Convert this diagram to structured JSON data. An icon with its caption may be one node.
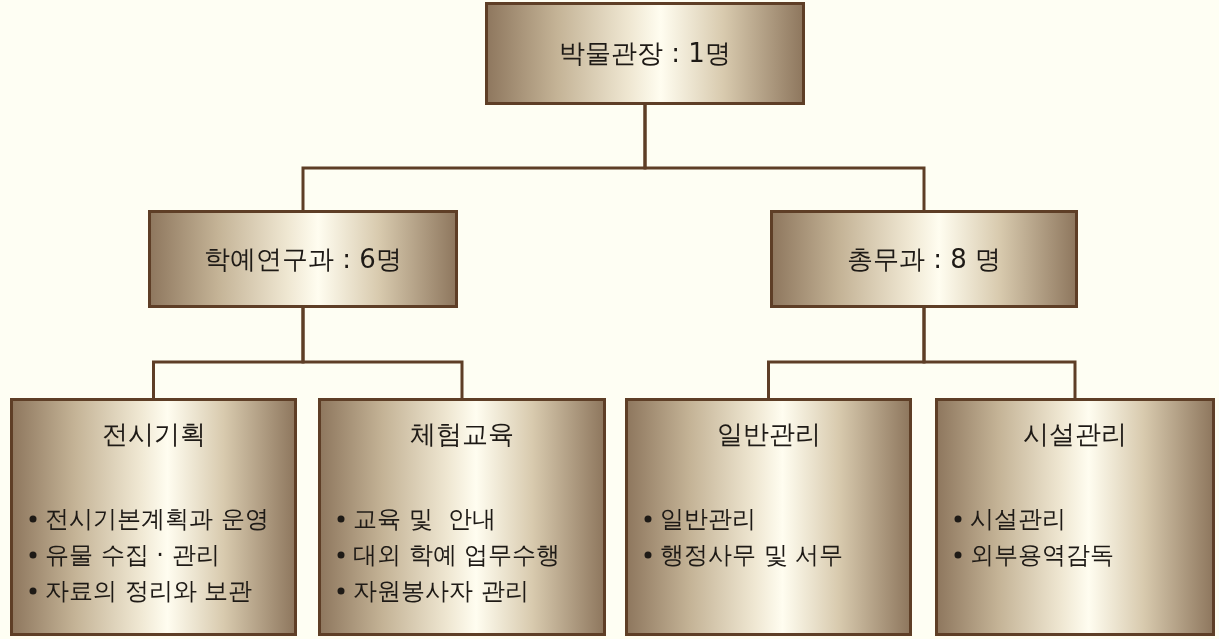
{
  "diagram": {
    "nodes": [
      {
        "text": [
          "박물관장 : 1명"
        ]
      },
      {
        "text": [
          "학예연구과 : 6명"
        ]
      },
      {
        "text": [
          "총무과 : 8 명"
        ]
      },
      {
        "text": [
          "전시기획",
          "전시기본계획과 운영",
          "유물 수집 · 관리",
          "자료의 정리와 보관"
        ]
      },
      {
        "text": [
          "체험교육",
          "교육 및  안내",
          "대외 학예 업무수행",
          "자원봉사자 관리"
        ]
      },
      {
        "text": [
          "일반관리",
          "일반관리",
          "행정사무 및 서무"
        ]
      },
      {
        "text": [
          "시설관리",
          "시설관리",
          "외부용역감독"
        ]
      }
    ],
    "edges": [
      {
        "from": 0,
        "to": 1,
        "arrow": "none"
      },
      {
        "from": 0,
        "to": 2,
        "arrow": "none"
      },
      {
        "from": 1,
        "to": 3,
        "arrow": "none"
      },
      {
        "from": 1,
        "to": 4,
        "arrow": "none"
      },
      {
        "from": 2,
        "to": 5,
        "arrow": "none"
      },
      {
        "from": 2,
        "to": 6,
        "arrow": "none"
      }
    ]
  }
}
